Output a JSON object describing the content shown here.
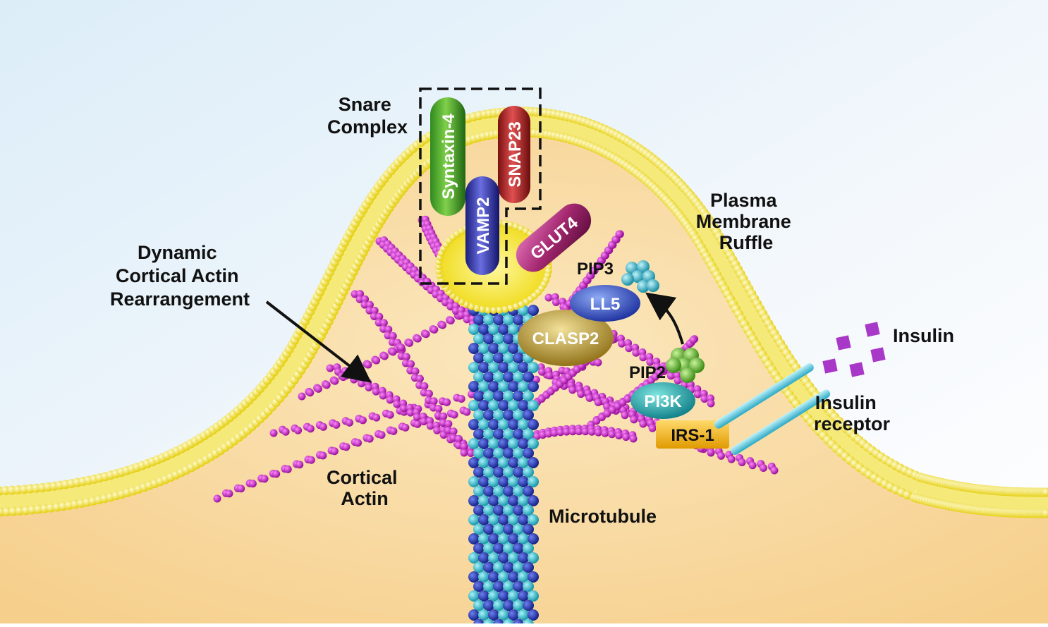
{
  "labels": {
    "snare_complex": [
      "Snare",
      "Complex"
    ],
    "plasma_membrane_ruffle": [
      "Plasma",
      "Membrane",
      "Ruffle"
    ],
    "dynamic_cortical_actin": [
      "Dynamic",
      "Cortical Actin",
      "Rearrangement"
    ],
    "cortical_actin": [
      "Cortical",
      "Actin"
    ],
    "microtubule": "Microtubule",
    "insulin": "Insulin",
    "insulin_receptor": [
      "Insulin",
      "receptor"
    ],
    "pip3": "PIP3",
    "pip2": "PIP2"
  },
  "proteins": {
    "syntaxin4": "Syntaxin-4",
    "snap23": "SNAP23",
    "vamp2": "VAMP2",
    "glut4": "GLUT4",
    "ll5": "LL5",
    "clasp2": "CLASP2",
    "pi3k": "PI3K",
    "irs1": "IRS-1"
  },
  "colors": {
    "membrane_yellow": "#f2e21e",
    "cytoplasm": "#f8d79a",
    "actin_magenta": "#cc22cc",
    "microtubule_blue": "#2a3fb8",
    "microtubule_cyan": "#2cc6d8",
    "insulin_purple": "#a838c8",
    "receptor_cyan": "#5fd3e6",
    "irs1_gold": "#f5b81a"
  }
}
